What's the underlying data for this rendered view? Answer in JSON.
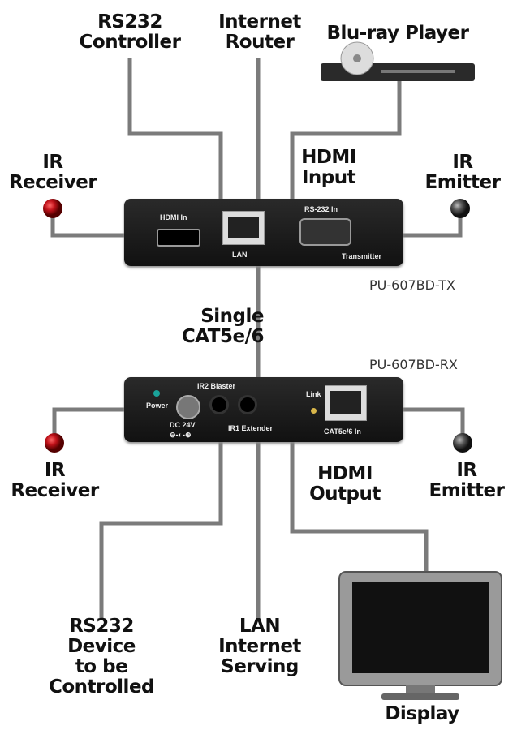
{
  "labels": {
    "rs232_controller": "RS232\nController",
    "internet_router": "Internet\nRouter",
    "bluray_player": "Blu-ray Player",
    "ir_receiver_tx": "IR\nReceiver",
    "hdmi_input": "HDMI\nInput",
    "ir_emitter_tx": "IR\nEmitter",
    "single_cat": "Single\nCAT5e/6",
    "ir_receiver_rx": "IR\nReceiver",
    "hdmi_output": "HDMI\nOutput",
    "ir_emitter_rx": "IR\nEmitter",
    "rs232_device": "RS232\nDevice\nto be\nControlled",
    "lan_internet": "LAN\nInternet\nServing",
    "display": "Display"
  },
  "tx": {
    "model": "PU-607BD-TX",
    "hdmi_in": "HDMI In",
    "lan": "LAN",
    "rs232_in": "RS-232 In",
    "transmitter": "Transmitter"
  },
  "rx": {
    "model": "PU-607BD-RX",
    "power": "Power",
    "dc": "DC 24V",
    "polarity": "⊖-◐-⊕",
    "ir2": "IR2 Blaster",
    "ir1": "IR1 Extender",
    "link": "Link",
    "cat_in": "CAT5e/6 In"
  },
  "colors": {
    "line": "#7b7b7b",
    "ir_receiver": "#c0121a",
    "ir_emitter": "#555555",
    "power_led": "#1aa39a",
    "link_led": "#d8b64a"
  }
}
